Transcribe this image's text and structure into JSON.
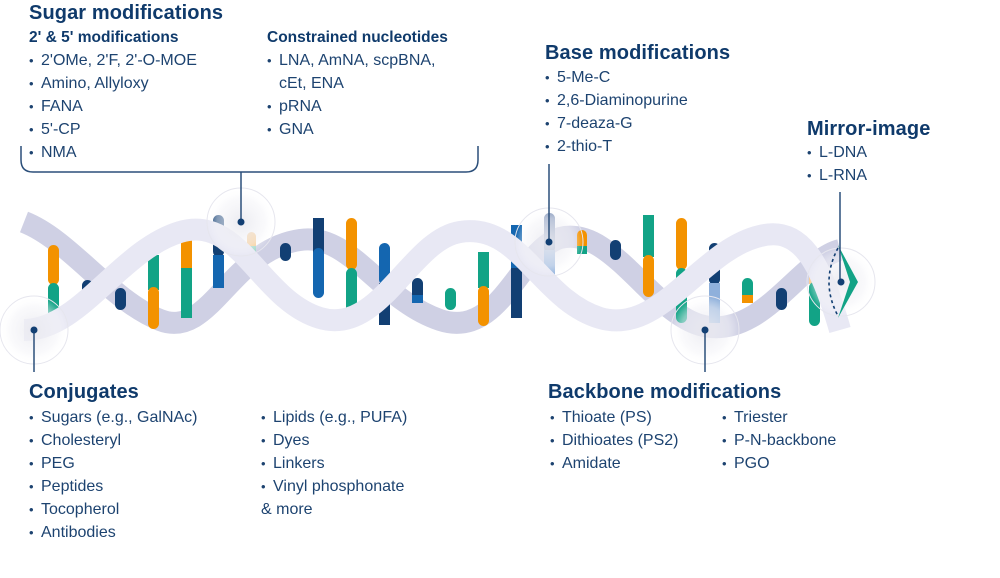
{
  "colors": {
    "text": "#1d4370",
    "heading": "#0f3a6b",
    "backbone_front": "#e8e8f4",
    "backbone_back": "#cfd0e4",
    "navy": "#123f73",
    "blue": "#1466b0",
    "teal": "#12a386",
    "orange": "#f39200",
    "connector": "#2b4f7a"
  },
  "sugar": {
    "title": "Sugar modifications",
    "col1": {
      "title": "2' & 5' modifications",
      "items": [
        "2'OMe, 2'F, 2'-O-MOE",
        "Amino, Allyloxy",
        "FANA",
        "5'-CP",
        "NMA"
      ]
    },
    "col2": {
      "title": "Constrained nucleotides",
      "items": [
        "LNA, AmNA, scpBNA,",
        "cEt, ENA",
        "pRNA",
        "GNA"
      ]
    }
  },
  "base": {
    "title": "Base modifications",
    "items": [
      "5-Me-C",
      "2,6-Diaminopurine",
      "7-deaza-G",
      "2-thio-T"
    ]
  },
  "mirror": {
    "title": "Mirror-image",
    "items": [
      "L-DNA",
      "L-RNA"
    ]
  },
  "conjugates": {
    "title": "Conjugates",
    "col1": [
      "Sugars (e.g., GalNAc)",
      "Cholesteryl",
      "PEG",
      "Peptides",
      "Tocopherol",
      "Antibodies"
    ],
    "col2": [
      "Lipids (e.g., PUFA)",
      "Dyes",
      "Linkers",
      "Vinyl phosphonate"
    ],
    "more": "& more"
  },
  "backbone": {
    "title": "Backbone modifications",
    "col1": [
      "Thioate (PS)",
      "Dithioates (PS2)",
      "Amidate"
    ],
    "col2": [
      "Triester",
      "P-N-backbone",
      "PGO"
    ]
  }
}
